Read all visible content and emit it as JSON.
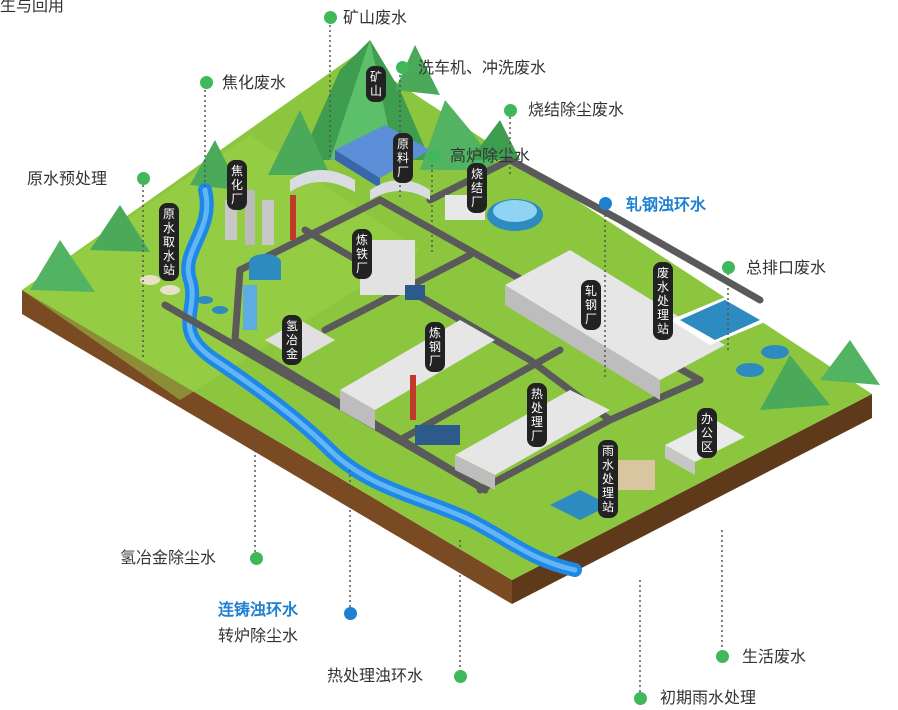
{
  "corner_fragment": "生与回用",
  "building_tags": {
    "mine": "矿山",
    "raw_material": "原料厂",
    "coking": "焦化厂",
    "sintering": "烧结厂",
    "intake": "原水取水站",
    "ironmaking": "炼铁厂",
    "rolling": "轧钢厂",
    "wastewater": "废水处理站",
    "hydrogen": "氢冶金",
    "steelmaking": "炼钢厂",
    "heat_treat": "热处理厂",
    "rain_station": "雨水处理站",
    "office": "办公区"
  },
  "callouts": {
    "mine_water": "矿山废水",
    "car_wash": "洗车机、冲洗废水",
    "coking_water": "焦化废水",
    "sinter_dust": "烧结除尘废水",
    "blast_furnace": "高炉除尘水",
    "raw_pretreat": "原水预处理",
    "rolling_turbid": "轧钢浊环水",
    "main_outlet": "总排口废水",
    "hydrogen_dust": "氢冶金除尘水",
    "casting_turbid": "连铸浊环水",
    "converter_dust": "转炉除尘水",
    "heat_turbid": "热处理浊环水",
    "domestic": "生活废水",
    "initial_rain": "初期雨水处理"
  },
  "colors": {
    "grass": "#8cc63f",
    "road": "#5a5a5a",
    "river": "#1e88e5",
    "soil": "#8b5a2b",
    "callout_green": "#3fb85a",
    "callout_blue": "#1f7fd0"
  }
}
